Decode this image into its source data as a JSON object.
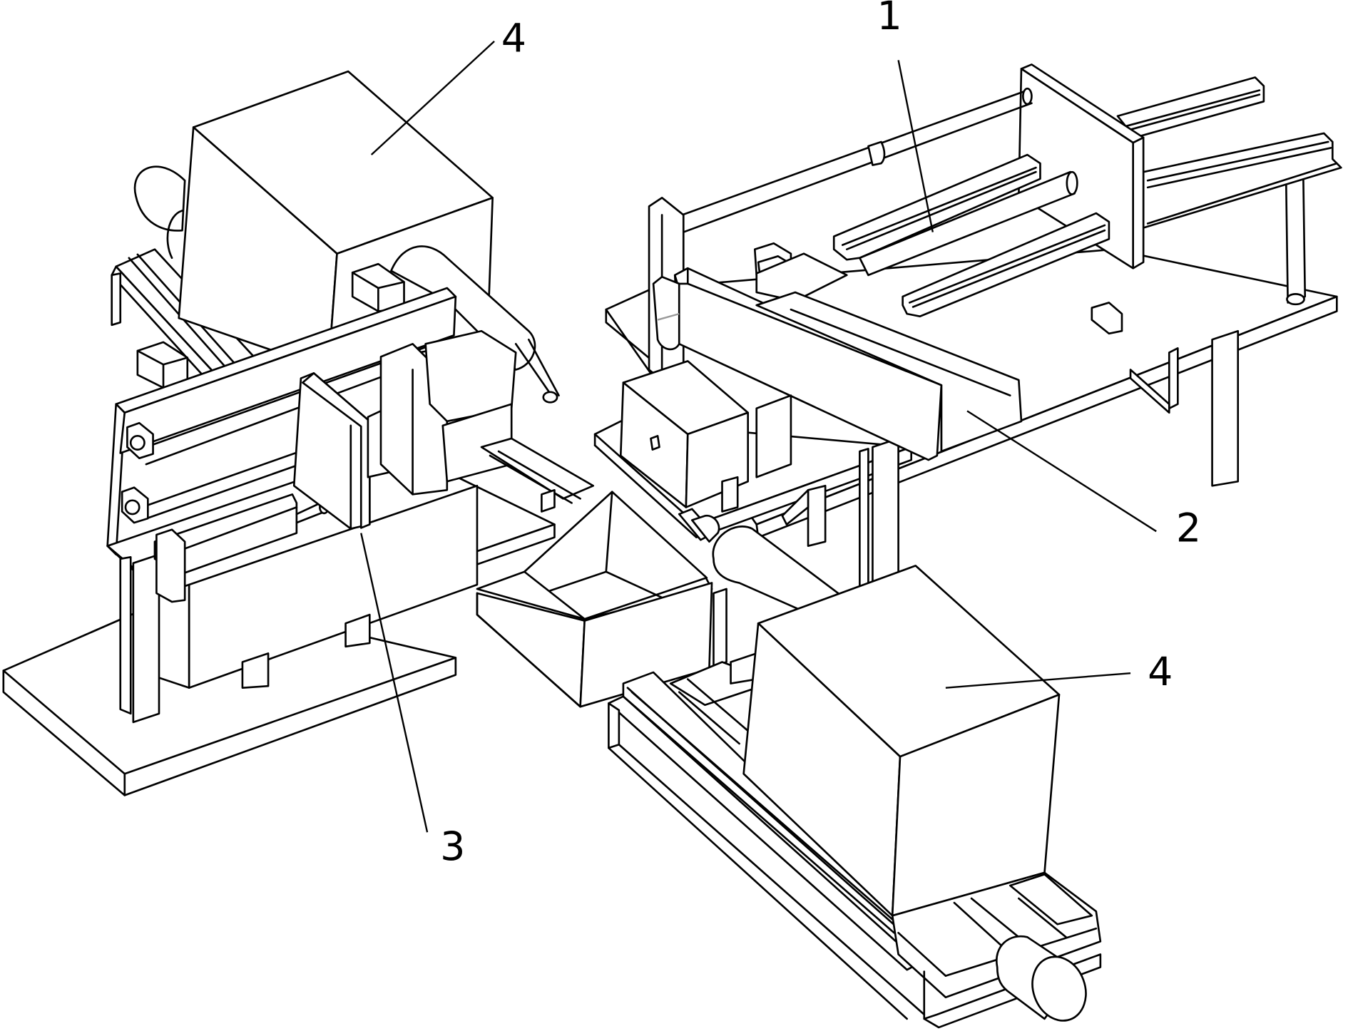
{
  "figure": {
    "type": "isometric patent line drawing",
    "line_color": "#000000",
    "background": "#ffffff"
  },
  "callouts": [
    {
      "id": "label-1",
      "text": "1",
      "refers_to": "guide-rail-frame"
    },
    {
      "id": "label-2",
      "text": "2",
      "refers_to": "feed-chute"
    },
    {
      "id": "label-3",
      "text": "3",
      "refers_to": "clamp-plate"
    },
    {
      "id": "label-4a",
      "text": "4",
      "refers_to": "upper-left-motor-housing"
    },
    {
      "id": "label-4b",
      "text": "4",
      "refers_to": "lower-right-motor-housing"
    }
  ]
}
